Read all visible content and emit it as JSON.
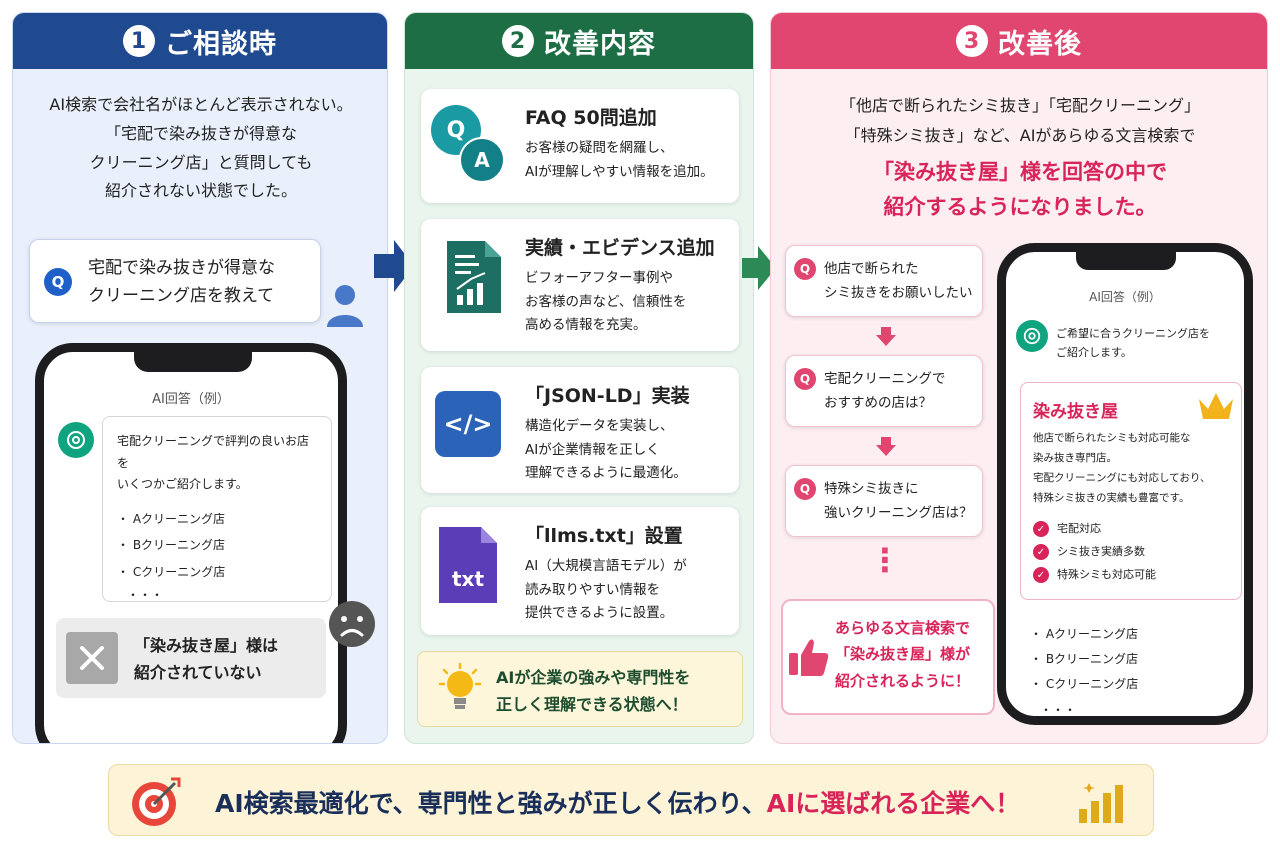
{
  "panel1": {
    "number": "1",
    "title": "ご相談時",
    "description": [
      "AI検索で会社名がほとんど表示されない。",
      "「宅配で染み抜きが得意な",
      "クリーニング店」と質問しても",
      "紹介されない状態でした。"
    ],
    "question_badge": "Q",
    "question": [
      "宅配で染み抜きが得意な",
      "クリーニング店を教えて"
    ],
    "phone_header": "AI回答（例）",
    "answer_intro": [
      "宅配クリーニングで評判の良いお店を",
      "いくつかご紹介します。"
    ],
    "list": [
      "・ Aクリーニング店",
      "・ Bクリーニング店",
      "・ Cクリーニング店",
      "・・・"
    ],
    "fail_text": [
      "「染み抜き屋」様は",
      "紹介されていない"
    ]
  },
  "panel2": {
    "number": "2",
    "title": "改善内容",
    "items": [
      {
        "icon": "qa-icon",
        "title": "FAQ 50問追加",
        "lines": [
          "お客様の疑問を網羅し、",
          "AIが理解しやすい情報を追加。"
        ]
      },
      {
        "icon": "document-chart-icon",
        "title": "実績・エビデンス追加",
        "lines": [
          "ビフォーアフター事例や",
          "お客様の声など、信頼性を",
          "高める情報を充実。"
        ]
      },
      {
        "icon": "code-icon",
        "title": "「JSON-LD」実装",
        "lines": [
          "構造化データを実装し、",
          "AIが企業情報を正しく",
          "理解できるように最適化。"
        ]
      },
      {
        "icon": "txt-file-icon",
        "title": "「llms.txt」設置",
        "lines": [
          "AI（大規模言語モデル）が",
          "読み取りやすい情報を",
          "提供できるように設置。"
        ]
      }
    ],
    "qa_q": "Q",
    "qa_a": "A",
    "code_glyph": "</>",
    "txt_label": "txt",
    "note": [
      "AIが企業の強みや専門性を",
      "正しく理解できる状態へ！"
    ]
  },
  "panel3": {
    "number": "3",
    "title": "改善後",
    "description": [
      "「他店で断られたシミ抜き」「宅配クリーニング」",
      "「特殊シミ抜き」など、AIがあらゆる文言検索で"
    ],
    "highlight": [
      "「染み抜き屋」様を回答の中で",
      "紹介するようになりました。"
    ],
    "queries": [
      [
        "他店で断られた",
        "シミ抜きをお願いしたい"
      ],
      [
        "宅配クリーニングで",
        "おすすめの店は？"
      ],
      [
        "特殊シミ抜きに",
        "強いクリーニング店は？"
      ]
    ],
    "q_badge": "Q",
    "dots": "⋮",
    "thumb_text": [
      "あらゆる文言検索で",
      "「染み抜き屋」様が",
      "紹介されるように！"
    ],
    "phone_header": "AI回答（例）",
    "answer_intro": [
      "ご希望に合うクリーニング店を",
      "ご紹介します。"
    ],
    "shop_name": "染み抜き屋",
    "shop_desc": [
      "他店で断られたシミも対応可能な",
      "染み抜き専門店。",
      "宅配クリーニングにも対応しており、",
      "特殊シミ抜きの実績も豊富です。"
    ],
    "features": [
      "宅配対応",
      "シミ抜き実績多数",
      "特殊シミも対応可能"
    ],
    "list": [
      "・ Aクリーニング店",
      "・ Bクリーニング店",
      "・ Cクリーニング店",
      "・・・"
    ]
  },
  "banner": {
    "text_a": "AI検索最適化で、専門性と強みが正しく伝わり、",
    "text_b": "AIに選ばれる企業へ！"
  },
  "colors": {
    "panel1": "#1f4a8f",
    "panel2": "#1d6e45",
    "panel3": "#e0466f",
    "accent_red": "#d9245a",
    "banner_bg": "#fdf4d8"
  }
}
